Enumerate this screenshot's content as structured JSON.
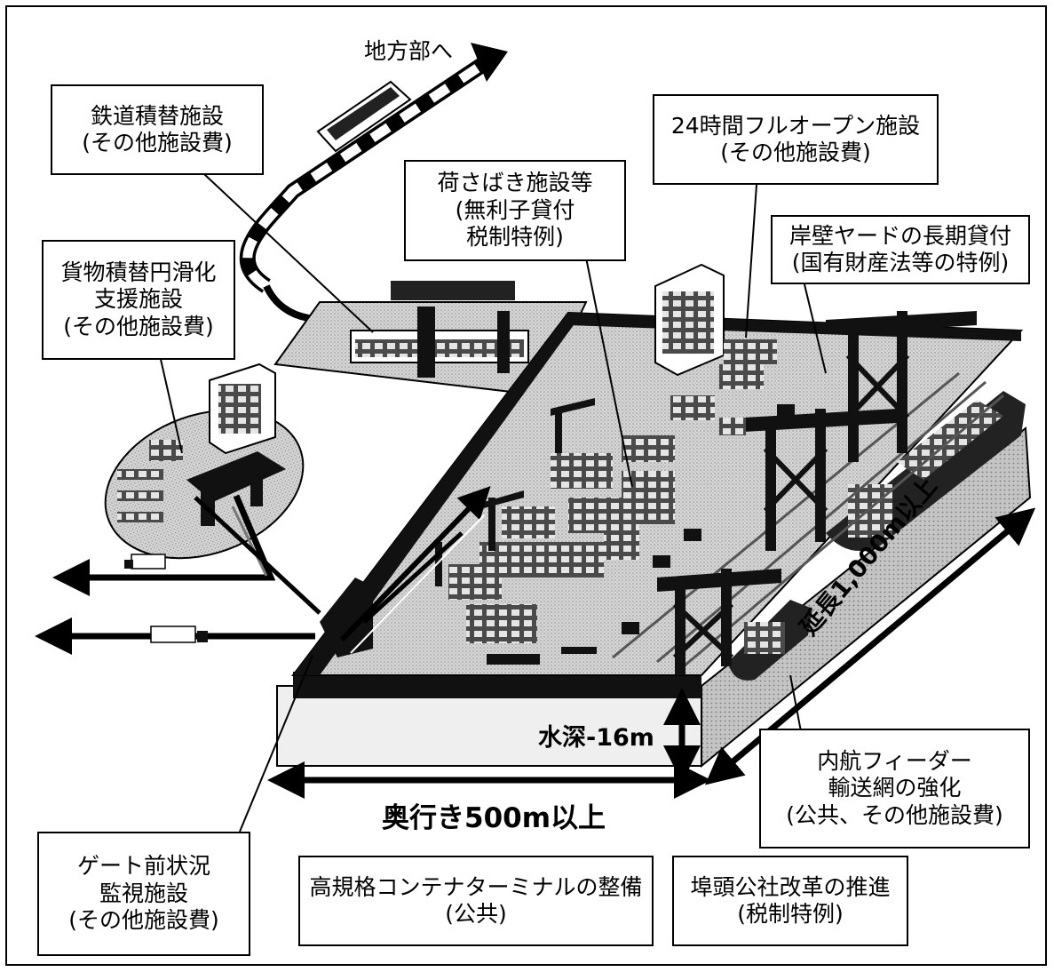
{
  "colors": {
    "ink": "#000000",
    "land": "#cfcfcf",
    "land_dark": "#a8a8a8",
    "quay_face": "#ededed",
    "water_shade": "#8a8a8a",
    "container": "#505050",
    "background": "#ffffff"
  },
  "labels": {
    "to_region": "地方部へ",
    "rail_transfer": [
      "鉄道積替施設",
      "(その他施設費)"
    ],
    "cargo_transfer": [
      "貨物積替円滑化",
      "支援施設",
      "(その他施設費)"
    ],
    "cargo_handling": [
      "荷さばき施設等",
      "(無利子貸付",
      "税制特例)"
    ],
    "open_24h": [
      "24時間フルオープン施設",
      "(その他施設費)"
    ],
    "quay_lease": [
      "岸壁ヤードの長期貸付",
      "(国有財産法等の特例)"
    ],
    "water_depth": "水深-16m",
    "quay_length": "延長1,000m以上",
    "depth_length": "奥行き500m以上",
    "feeder": [
      "内航フィーダー",
      "輸送網の強化",
      "(公共、その他施設費)"
    ],
    "gate": [
      "ゲート前状況",
      "監視施設",
      "(その他施設費)"
    ],
    "terminal": [
      "高規格コンテナターミナルの整備",
      "(公共)"
    ],
    "pier_reform": [
      "埠頭公社改革の推進",
      "(税制特例)"
    ]
  },
  "icons": [
    "arrow-to-region-icon",
    "freight-train-icon",
    "truck-icon",
    "gantry-crane-icon",
    "container-ship-icon",
    "office-building-icon",
    "container-stack-icon",
    "transfer-crane-icon"
  ]
}
